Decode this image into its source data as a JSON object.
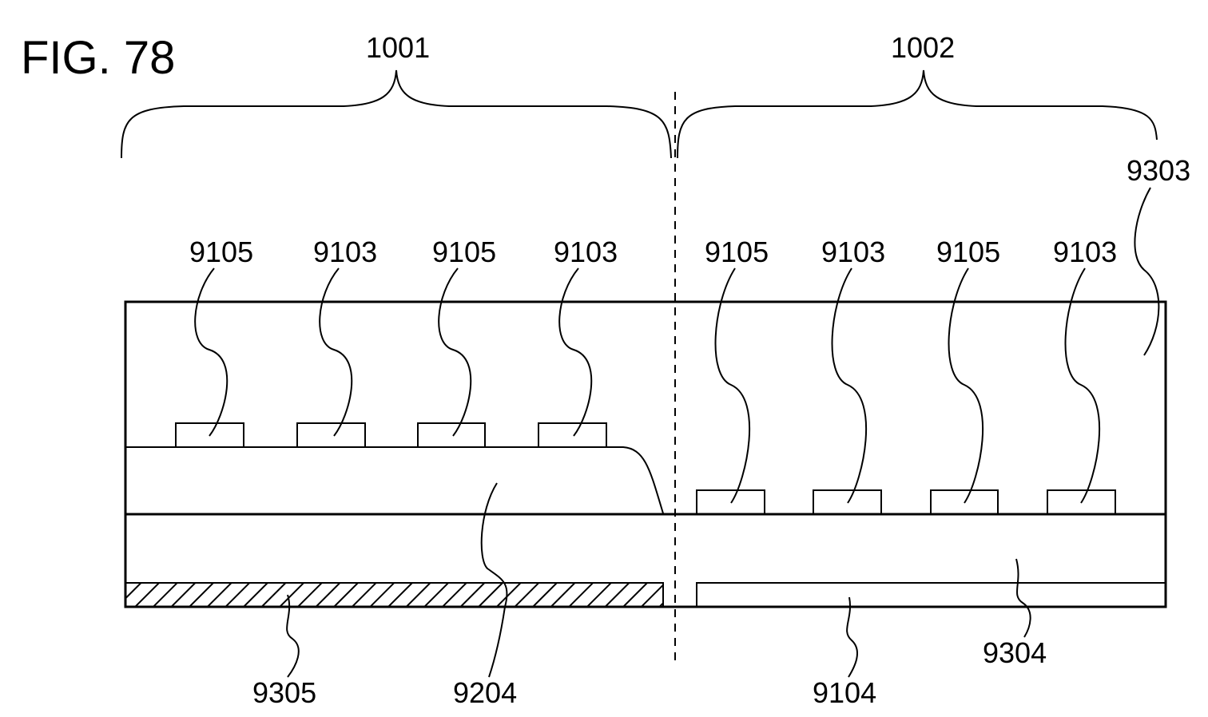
{
  "figure": {
    "title": "FIG. 78"
  },
  "regions": {
    "left": "1001",
    "right": "1002"
  },
  "labels": {
    "layer_top": "9303",
    "elem_l1": "9105",
    "elem_l2": "9103",
    "elem_l3": "9105",
    "elem_l4": "9103",
    "elem_r1": "9105",
    "elem_r2": "9103",
    "elem_r3": "9105",
    "elem_r4": "9103",
    "hatched_layer": "9305",
    "step_layer": "9204",
    "plain_layer": "9104",
    "middle_layer": "9304"
  },
  "colors": {
    "line": "#000000",
    "background": "#ffffff"
  }
}
